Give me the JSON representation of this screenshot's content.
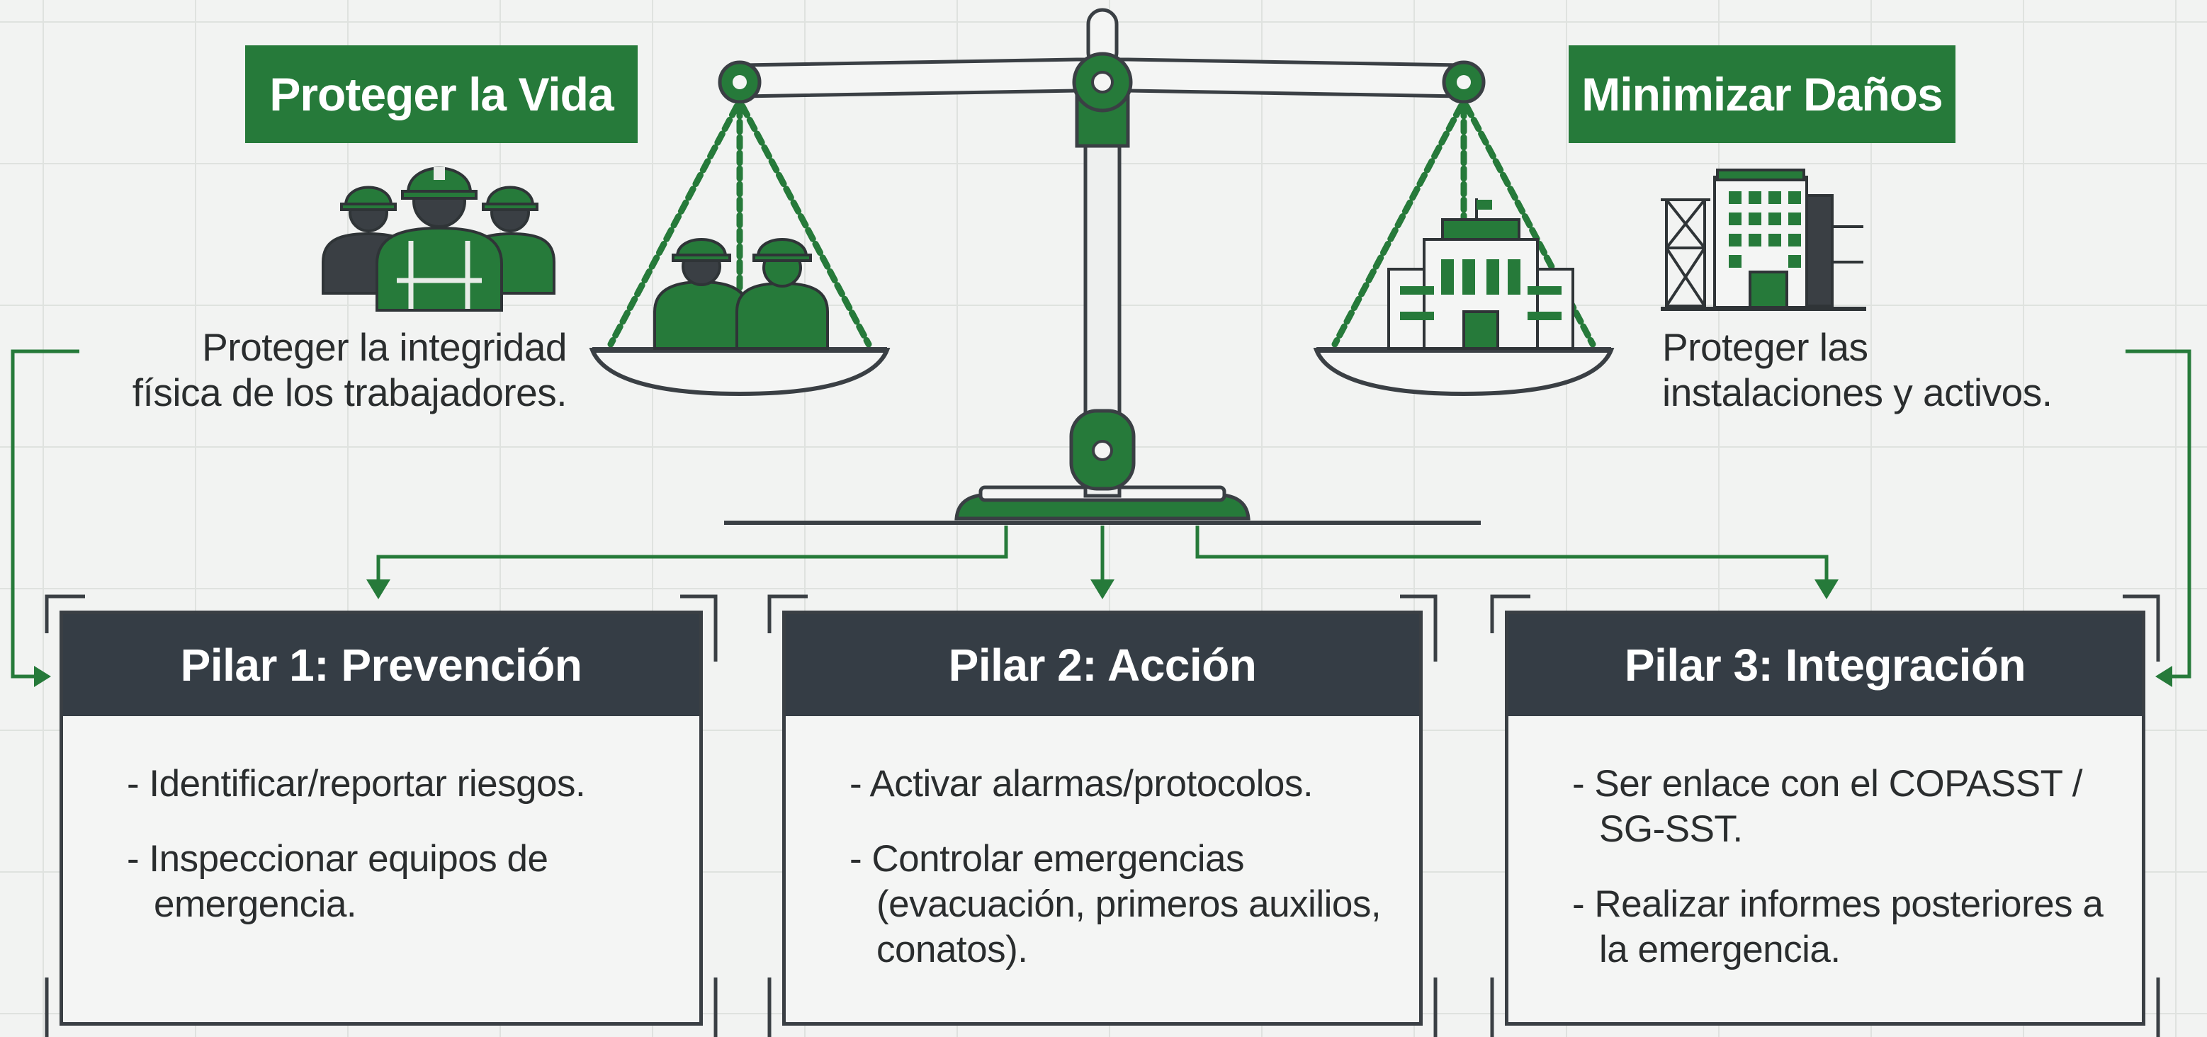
{
  "left_side": {
    "banner": "Proteger la Vida",
    "caption": "Proteger la integridad\nfísica de los trabajadores.",
    "icon": "workers-group-icon"
  },
  "right_side": {
    "banner": "Minimizar Daños",
    "caption": "Proteger las\ninstalaciones y activos.",
    "icon": "building-scaffold-icon"
  },
  "scale": {
    "icon": "balance-scale-icon",
    "left_pan_icon": "workers-icon",
    "right_pan_icon": "building-icon"
  },
  "pillars": [
    {
      "title": "Pilar 1: Prevención",
      "items": [
        "Identificar/reportar riesgos.",
        "Inspeccionar equipos de emergencia."
      ]
    },
    {
      "title": "Pilar 2: Acción",
      "items": [
        "Activar alarmas/protocolos.",
        "Controlar emergencias (evacuación, primeros auxilios, conatos)."
      ]
    },
    {
      "title": "Pilar 3: Integración",
      "items": [
        "Ser enlace con el COPASST / SG-SST.",
        "Realizar informes posteriores a la emergencia."
      ]
    }
  ],
  "colors": {
    "accent_green": "#267a3a",
    "dark_header": "#353d45",
    "text": "#2a2d2e",
    "background": "#f2f3f2"
  }
}
